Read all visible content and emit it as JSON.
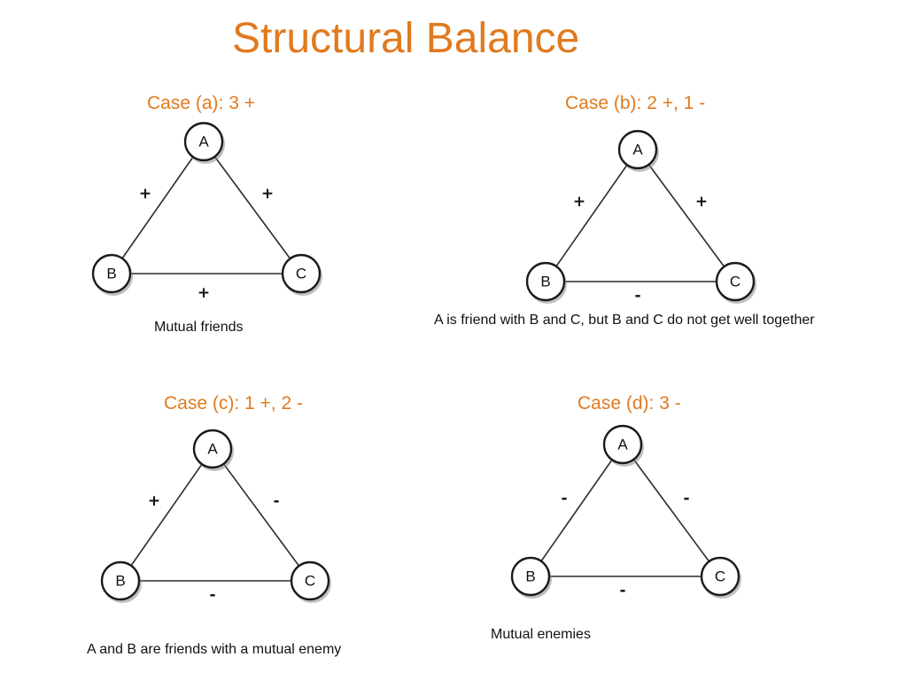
{
  "title": "Structural Balance",
  "cases": [
    {
      "heading": "Case (a): 3 +",
      "nodes": {
        "a": "A",
        "b": "B",
        "c": "C"
      },
      "edges": {
        "ab": "+",
        "ac": "+",
        "bc": "+"
      },
      "caption": "Mutual friends"
    },
    {
      "heading": "Case (b): 2 +, 1 -",
      "nodes": {
        "a": "A",
        "b": "B",
        "c": "C"
      },
      "edges": {
        "ab": "+",
        "ac": "+",
        "bc": "-"
      },
      "caption": "A is friend with B and C, but B and C do not get well together"
    },
    {
      "heading": "Case (c): 1 +,  2 -",
      "nodes": {
        "a": "A",
        "b": "B",
        "c": "C"
      },
      "edges": {
        "ab": "+",
        "ac": "-",
        "bc": "-"
      },
      "caption": "A and B are friends with a mutual enemy"
    },
    {
      "heading": "Case (d): 3 -",
      "nodes": {
        "a": "A",
        "b": "B",
        "c": "C"
      },
      "edges": {
        "ab": "-",
        "ac": "-",
        "bc": "-"
      },
      "caption": "Mutual enemies"
    }
  ]
}
